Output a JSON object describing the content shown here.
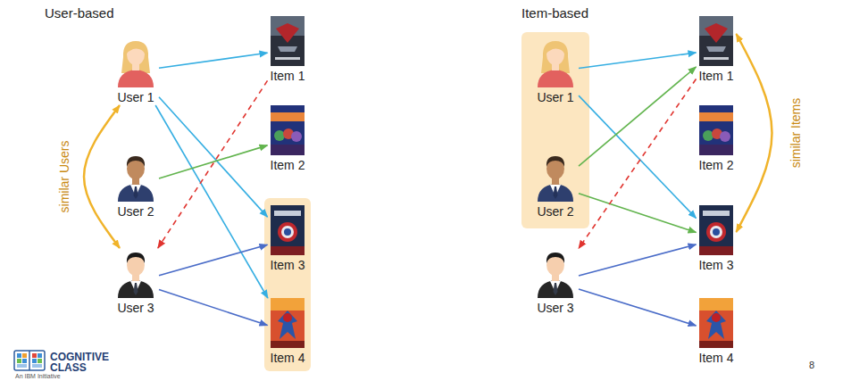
{
  "diagram": {
    "nodes": [
      {
        "text": [
          "User 1"
        ]
      },
      {
        "text": [
          "User 2"
        ]
      },
      {
        "text": [
          "User 3"
        ]
      },
      {
        "text": [
          "Item 1"
        ]
      },
      {
        "text": [
          "Item 2"
        ]
      },
      {
        "text": [
          "Item 3"
        ]
      },
      {
        "text": [
          "Item 4"
        ]
      },
      {
        "text": [
          "User 1"
        ]
      },
      {
        "text": [
          "User 2"
        ]
      },
      {
        "text": [
          "User 3"
        ]
      },
      {
        "text": [
          "Item 1"
        ]
      },
      {
        "text": [
          "Item 2"
        ]
      },
      {
        "text": [
          "Item 3"
        ]
      },
      {
        "text": [
          "Item 4"
        ]
      }
    ],
    "edges": [
      {
        "from": 0,
        "to": 3,
        "arrow": "to"
      },
      {
        "from": 0,
        "to": 5,
        "arrow": "to"
      },
      {
        "from": 0,
        "to": 6,
        "arrow": "to"
      },
      {
        "from": 1,
        "to": 4,
        "arrow": "to"
      },
      {
        "from": 3,
        "to": 2,
        "arrow": "to"
      },
      {
        "from": 2,
        "to": 5,
        "arrow": "to"
      },
      {
        "from": 2,
        "to": 6,
        "arrow": "to"
      },
      {
        "from": 0,
        "to": 2,
        "label": "similar Users",
        "arrow": "both"
      },
      {
        "from": 7,
        "to": 10,
        "arrow": "to"
      },
      {
        "from": 7,
        "to": 12,
        "arrow": "to"
      },
      {
        "from": 8,
        "to": 10,
        "arrow": "to"
      },
      {
        "from": 8,
        "to": 12,
        "arrow": "to"
      },
      {
        "from": 10,
        "to": 9,
        "arrow": "to"
      },
      {
        "from": 9,
        "to": 12,
        "arrow": "to"
      },
      {
        "from": 9,
        "to": 13,
        "arrow": "to"
      },
      {
        "from": 10,
        "to": 12,
        "label": "similar Items",
        "arrow": "both"
      }
    ],
    "labels": [
      "User-based",
      "Item-based",
      "COGNITIVE CLASS",
      "An IBM Initiative",
      "8"
    ]
  }
}
